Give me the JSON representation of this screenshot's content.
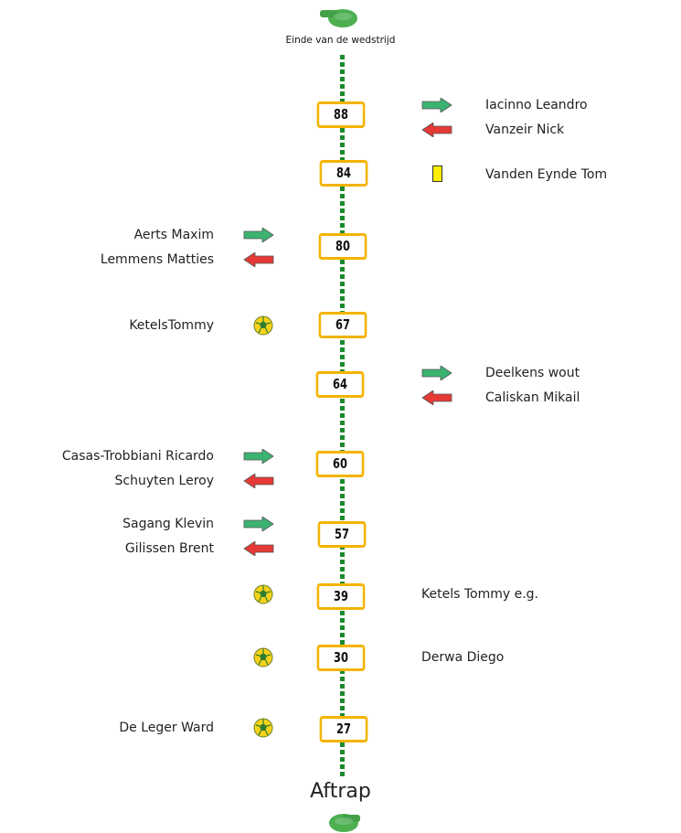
{
  "header": {
    "end_label": "Einde van de wedstrijd"
  },
  "footer": {
    "start_label": "Aftrap"
  },
  "colors": {
    "line": "#1c8a2c",
    "box_border": "#f4b400",
    "arrow_in": "#3cb371",
    "arrow_out": "#e53935",
    "card_yellow": "#ffee00"
  },
  "events": [
    {
      "minute": "88",
      "side": "right",
      "type": "substitution",
      "player_in": "Iacinno Leandro",
      "player_out": "Vanzeir Nick"
    },
    {
      "minute": "84",
      "side": "right",
      "type": "yellow-card",
      "player": "Vanden Eynde Tom"
    },
    {
      "minute": "80",
      "side": "left",
      "type": "substitution",
      "player_in": "Aerts Maxim",
      "player_out": "Lemmens Matties"
    },
    {
      "minute": "67",
      "side": "left",
      "type": "goal",
      "player": "KetelsTommy"
    },
    {
      "minute": "64",
      "side": "right",
      "type": "substitution",
      "player_in": "Deelkens wout",
      "player_out": "Caliskan Mikail"
    },
    {
      "minute": "60",
      "side": "left",
      "type": "substitution",
      "player_in": "Casas-Trobbiani Ricardo",
      "player_out": "Schuyten Leroy"
    },
    {
      "minute": "57",
      "side": "left",
      "type": "substitution",
      "player_in": "Sagang Klevin",
      "player_out": "Gilissen Brent"
    },
    {
      "minute": "39",
      "side": "right",
      "type": "goal",
      "player": "Ketels Tommy e.g."
    },
    {
      "minute": "30",
      "side": "right",
      "type": "goal",
      "player": "Derwa Diego"
    },
    {
      "minute": "27",
      "side": "left",
      "type": "goal",
      "player": "De Leger Ward"
    }
  ]
}
